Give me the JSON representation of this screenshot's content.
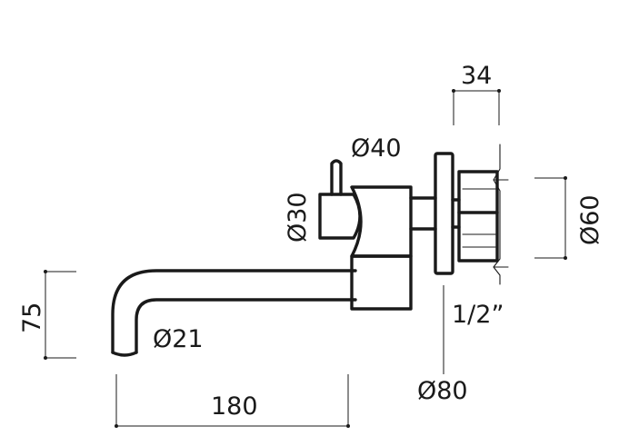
{
  "dimensions": {
    "width_34": "34",
    "diameter_40": "Ø40",
    "diameter_30": "Ø30",
    "diameter_60": "Ø60",
    "height_75": "75",
    "diameter_21": "Ø21",
    "thread": "1/2”",
    "diameter_80": "Ø80",
    "length_180": "180"
  }
}
